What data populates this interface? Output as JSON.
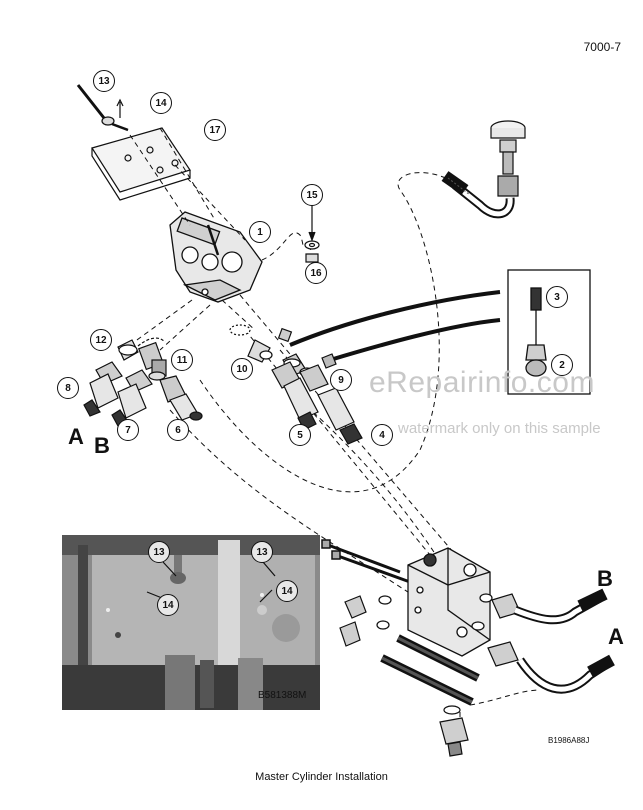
{
  "page_number": "7000-7",
  "caption": "Master Cylinder Installation",
  "figure_code": "B1986A88J",
  "photo_code": "B581388M",
  "watermark": {
    "line1": "eRepairinfo.com",
    "line2": "watermark only on this sample"
  },
  "callouts": {
    "c13_top": "13",
    "c14_top": "14",
    "c17": "17",
    "c1": "1",
    "c15": "15",
    "c16": "16",
    "c3": "3",
    "c2": "2",
    "c12": "12",
    "c11": "11",
    "c10": "10",
    "c9": "9",
    "c8": "8",
    "c7": "7",
    "c6": "6",
    "c5": "5",
    "c4": "4",
    "c13_photo_left": "13",
    "c13_photo_right": "13",
    "c14_photo_left": "14",
    "c14_photo_right": "14"
  },
  "port_labels": {
    "a_left": "A",
    "b_left": "B",
    "b_right": "B",
    "a_right": "A"
  }
}
